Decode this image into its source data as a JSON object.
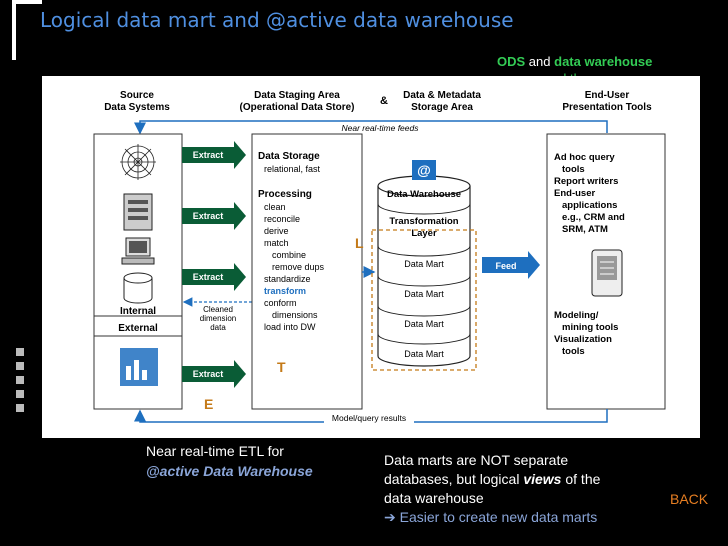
{
  "slide": {
    "title": "Logical data mart and @active data warehouse",
    "ods_note": {
      "ods": "ODS",
      "and": "and",
      "dw": "data warehouse",
      "line2": "are one and the same"
    },
    "bottom_left": {
      "line1": "Near real-time ETL for",
      "line2": "@active Data Warehouse"
    },
    "bottom_mid": {
      "line1": "Data marts are NOT separate",
      "line2a": "databases, but logical ",
      "line2b": "views",
      "line2c": " of the",
      "line3": "data warehouse",
      "line4": "➔ Easier to create new data marts"
    },
    "back_label": "BACK"
  },
  "diagram": {
    "headers": {
      "source_1": "Source",
      "source_2": "Data Systems",
      "staging_1": "Data Staging Area",
      "staging_2": "(Operational Data Store)",
      "amp": "&",
      "meta_1": "Data & Metadata",
      "meta_2": "Storage Area",
      "enduser_1": "End-User",
      "enduser_2": "Presentation Tools"
    },
    "near_rt_feeds": "Near real-time feeds",
    "model_results": "Model/query results",
    "source_labels": {
      "internal": "Internal",
      "external": "External"
    },
    "extract_label": "Extract",
    "cleaned_1": "Cleaned",
    "cleaned_2": "dimension",
    "cleaned_3": "data",
    "staging": {
      "storage_title": "Data Storage",
      "storage_sub": "relational, fast",
      "processing_title": "Processing",
      "steps": [
        "clean",
        "reconcile",
        "derive",
        "match",
        "combine",
        "remove dups",
        "standardize",
        "transform",
        "conform",
        "dimensions",
        "load into DW"
      ]
    },
    "dw": {
      "at": "@",
      "title": "Data Warehouse",
      "layer_1": "Transformation",
      "layer_2": "Layer",
      "mart": "Data Mart"
    },
    "feed_label": "Feed",
    "tools": {
      "line1": "Ad hoc query",
      "line2": "tools",
      "line3": "Report writers",
      "line4": "End-user",
      "line5": "applications",
      "line6": "e.g., CRM and",
      "line7": "SRM, ATM",
      "line8": "Modeling/",
      "line9": "mining tools",
      "line10": "Visualization",
      "line11": "tools"
    },
    "etl": {
      "e": "E",
      "t": "T",
      "l": "L"
    },
    "colors": {
      "extract_bg": "#0a5c36",
      "accent_blue": "#1e6fbf",
      "etl": "#c47a18",
      "ods_green": "#33cc55"
    }
  }
}
